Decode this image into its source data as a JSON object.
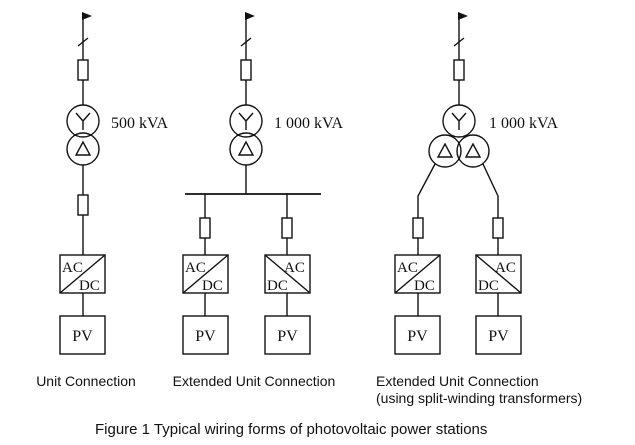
{
  "figure_caption": "Figure 1 Typical wiring forms of photovoltaic power stations",
  "diagrams": [
    {
      "caption_line1": "Unit Connection",
      "caption_line2": "",
      "transformer_rating": "500 kVA",
      "converters": [
        {
          "ac_label": "AC",
          "dc_label": "DC",
          "pv_label": "PV"
        }
      ]
    },
    {
      "caption_line1": "Extended Unit Connection",
      "caption_line2": "",
      "transformer_rating": "1 000 kVA",
      "converters": [
        {
          "ac_label": "AC",
          "dc_label": "DC",
          "pv_label": "PV"
        },
        {
          "ac_label": "AC",
          "dc_label": "DC",
          "pv_label": "PV"
        }
      ]
    },
    {
      "caption_line1": "Extended Unit Connection",
      "caption_line2": "(using split-winding transformers)",
      "transformer_rating": "1 000 kVA",
      "converters": [
        {
          "ac_label": "AC",
          "dc_label": "DC",
          "pv_label": "PV"
        },
        {
          "ac_label": "AC",
          "dc_label": "DC",
          "pv_label": "PV"
        }
      ]
    }
  ]
}
